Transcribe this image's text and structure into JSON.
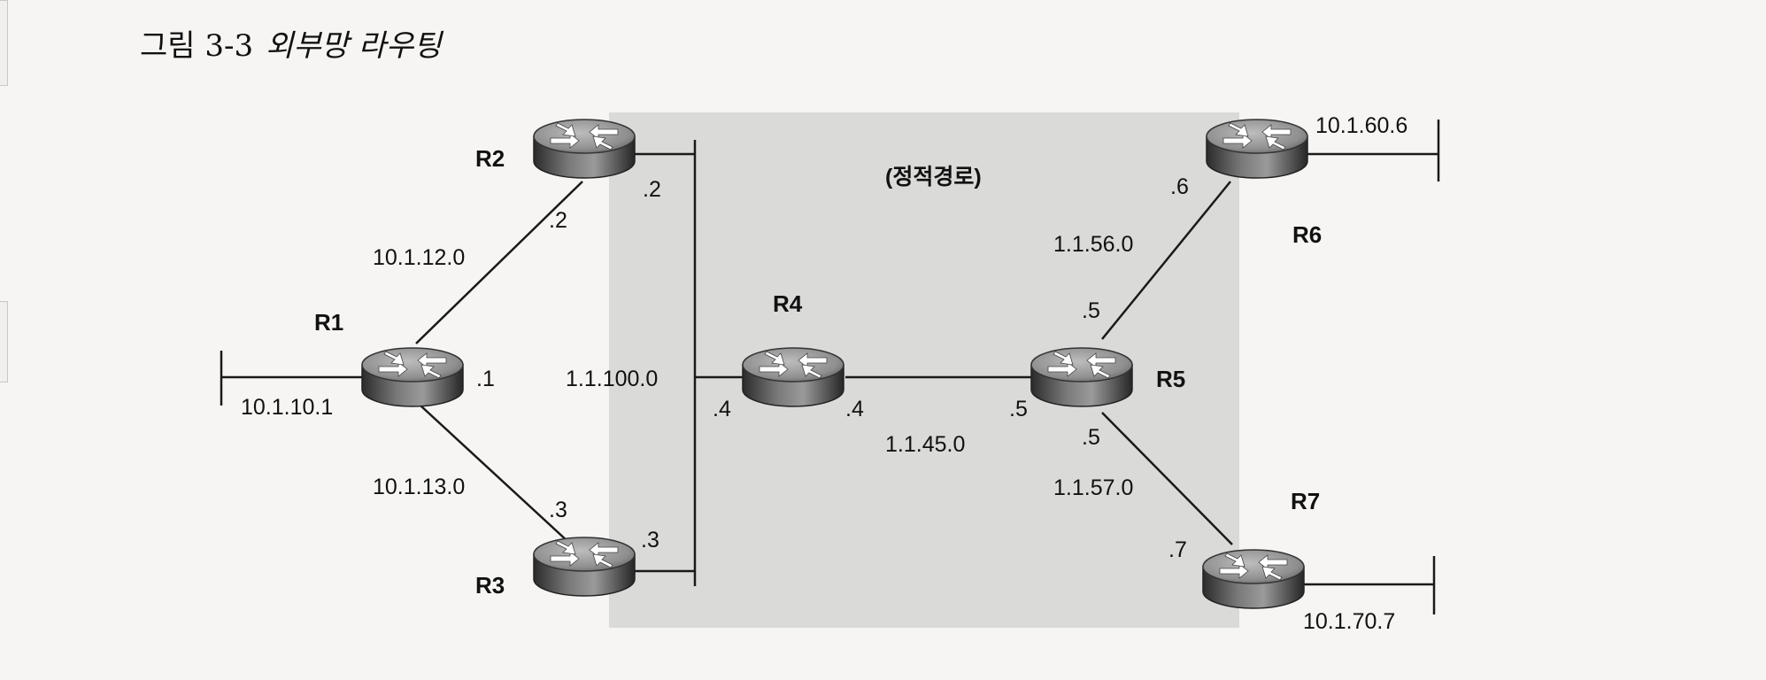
{
  "figure": {
    "number": "그림 3-3",
    "caption": "외부망 라우팅"
  },
  "region": {
    "label": "(정적경로)",
    "color": "#dadad8"
  },
  "routers": [
    {
      "id": "R1",
      "label": "R1",
      "icon": "router-icon"
    },
    {
      "id": "R2",
      "label": "R2",
      "icon": "router-icon"
    },
    {
      "id": "R3",
      "label": "R3",
      "icon": "router-icon"
    },
    {
      "id": "R4",
      "label": "R4",
      "icon": "router-icon"
    },
    {
      "id": "R5",
      "label": "R5",
      "icon": "router-icon"
    },
    {
      "id": "R6",
      "label": "R6",
      "icon": "router-icon"
    },
    {
      "id": "R7",
      "label": "R7",
      "icon": "router-icon"
    }
  ],
  "networks": {
    "r1_lan": "10.1.10.1",
    "r1_r2": "10.1.12.0",
    "r1_r3": "10.1.13.0",
    "core_bus": "1.1.100.0",
    "r4_r5": "1.1.45.0",
    "r5_r6": "1.1.56.0",
    "r5_r7": "1.1.57.0",
    "r6_lan": "10.1.60.6",
    "r7_lan": "10.1.70.7"
  },
  "interfaces": {
    "r1_a": ".1",
    "r2_a": ".2",
    "r2_b": ".2",
    "r3_a": ".3",
    "r3_b": ".3",
    "r4_a": ".4",
    "r4_b": ".4",
    "r5_a": ".5",
    "r5_b": ".5",
    "r5_c": ".5",
    "r6_a": ".6",
    "r7_a": ".7"
  }
}
